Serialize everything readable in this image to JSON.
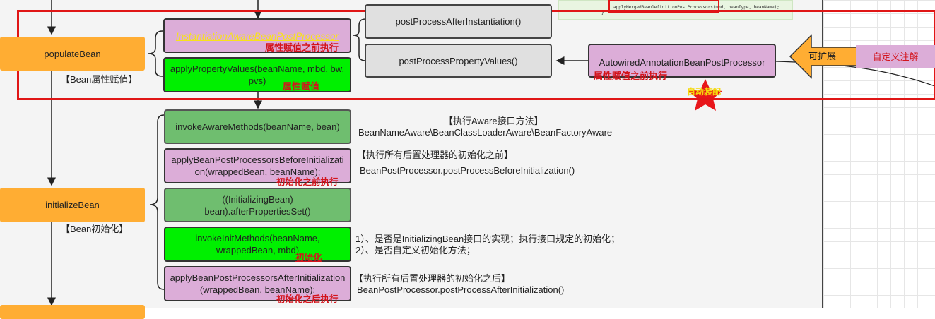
{
  "populate": {
    "bean_label": "populateBean",
    "caption": "【Bean属性赋值】",
    "iabpp_label": "InstantiationAwareBeanPostProcessor",
    "iabpp_note": "属性赋值之前执行",
    "apply_pv_label": "applyPropertyValues(beanName, mbd, bw, pvs)",
    "apply_pv_note": "属性赋值",
    "after_inst": "postProcessAfterInstantiation()",
    "prop_values": "postProcessPropertyValues()",
    "autowired_label": "AutowiredAnnotationBeanPostProcessor",
    "autowired_note": "属性赋值之前执行",
    "autowire_star": "自动装配",
    "extensible": "可扩展",
    "custom_annotation": "自定义注解",
    "code_snippet": "applyMergedBeanDefinitionPostProcessors(mbd, beanType, beanName);",
    "code_brace": "}"
  },
  "initialize": {
    "bean_label": "initializeBean",
    "caption": "【Bean初始化】",
    "steps": [
      {
        "label": "invokeAwareMethods(beanName, bean)",
        "note": "",
        "desc_title": "【执行Aware接口方法】",
        "desc": "BeanNameAware\\BeanClassLoaderAware\\BeanFactoryAware"
      },
      {
        "label": "applyBeanPostProcessorsBeforeInitialization(wrappedBean, beanName);",
        "note": "初始化之前执行",
        "desc_title": "【执行所有后置处理器的初始化之前】",
        "desc": "BeanPostProcessor.postProcessBeforeInitialization()"
      },
      {
        "label": "((InitializingBean) bean).afterPropertiesSet()",
        "note": "",
        "desc_title": "",
        "desc": ""
      },
      {
        "label": "invokeInitMethods(beanName, wrappedBean, mbd)",
        "note": "初始化",
        "desc_title": "1）、是否是InitializingBean接口的实现；执行接口规定的初始化；",
        "desc": "2）、是否自定义初始化方法；"
      },
      {
        "label": "applyBeanPostProcessorsAfterInitialization(wrappedBean, beanName);",
        "note": "初始化之后执行",
        "desc_title": "【执行所有后置处理器的初始化之后】",
        "desc": "BeanPostProcessor.postProcessAfterInitialization()"
      }
    ]
  },
  "colors": {
    "orange": "#ffad33",
    "purple": "#dcadd8",
    "green": "#00f000",
    "dark_green": "#6fbe6f",
    "grey": "#e0e0e0",
    "red": "#e01616",
    "star": "#e8151a",
    "star_text": "#f5d90a"
  }
}
